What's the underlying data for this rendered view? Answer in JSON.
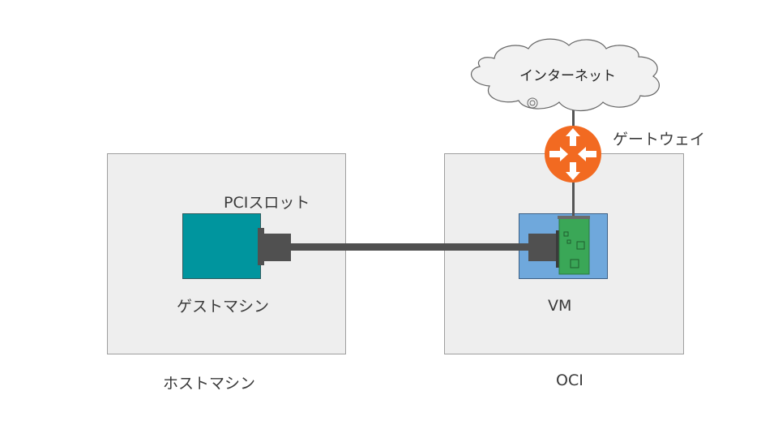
{
  "labels": {
    "internet": "インターネット",
    "gateway": "ゲートウェイ",
    "pci_slot": "PCIスロット",
    "guest_machine": "ゲストマシン",
    "vm": "VM",
    "host_machine": "ホストマシン",
    "oci": "OCI"
  },
  "icons": {
    "cloud": "cloud-icon",
    "router": "router-icon",
    "pci_card": "pci-card-icon",
    "connector": "connector-icon"
  },
  "colors": {
    "container_fill": "#eeeeee",
    "guest_fill": "#00959e",
    "vm_fill": "#6fa8dc",
    "router": "#f26a21",
    "card": "#3aa757",
    "cable": "#505050"
  }
}
